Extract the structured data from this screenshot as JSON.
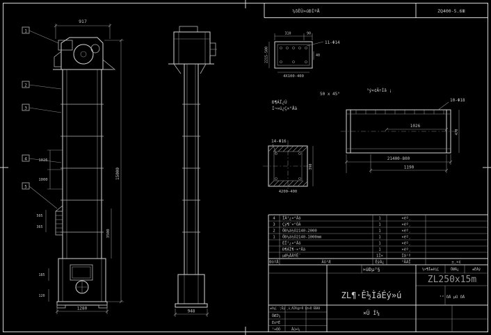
{
  "colors": {
    "background": "#000000",
    "line": "#d6d6d6",
    "dim_text": "#c6c6c6",
    "model_gray": "#96969a"
  },
  "header_strip": {
    "left_cell": "¼õËÙ»úÐÍºÅ",
    "right_cell": "ZQ400-5.6Ⅲ"
  },
  "front_view": {
    "balloons": [
      "1",
      "2",
      "3",
      "4",
      "5"
    ],
    "dim_top_width": "917",
    "dim_total_height": "15000",
    "dim_1026": "1026",
    "dim_1000": "1000",
    "dim_505": "505",
    "dim_365": "365",
    "dim_3500": "3500",
    "dim_185": "185",
    "dim_120": "120",
    "dim_boot_width": "1280"
  },
  "side_view": {
    "dim_boot_width": "948"
  },
  "channel_detail": {
    "dim_width": "310",
    "dim_90": "90",
    "dim_height": "2215-500",
    "holes_note": "11-Φ14",
    "dim_40": "40",
    "dim_pitch": "4X100-400"
  },
  "notes": {
    "discharge": "Ð¶ÁÏ¿Ú",
    "assembly": "Í¬»ú¿Ç×°Åä",
    "chamfer": "50 x 45°",
    "general": "³ý×¢Ã÷Íâ ¡"
  },
  "flange_detail": {
    "holes_note": "14-Φ16",
    "dim_height": "390",
    "dim_pitch": "4200-400"
  },
  "casing_detail": {
    "holes_note": "10-Φ18",
    "dim_inner": "1026",
    "dim_length": "21400-800",
    "dim_1190": "1190",
    "dim_height": "470"
  },
  "parts_table": {
    "headers": {
      "no": "ÐòºÅ",
      "name": "Ãû³Æ",
      "qty": "ÊýÁ¿",
      "material": "²ÄÁÏ",
      "remark": "±¸×¢"
    },
    "rows": [
      {
        "no": "4",
        "name": "ÏÂ²¿×°Åä",
        "qty": "1",
        "material": "×éº¸"
      },
      {
        "no": "3",
        "name": "Çý¶¯×°ÖÃ",
        "qty": "1",
        "material": "×éº¸"
      },
      {
        "no": "2",
        "name": "ÖÐ¼ä½Ú2140-2000",
        "qty": "1",
        "material": "×éº¸"
      },
      {
        "no": "1",
        "name": "ÖÐ¼ä½Ú2140-1000mm",
        "qty": "1",
        "material": "×éº¸"
      },
      {
        "no": "",
        "name": "ÉÏ²¿×°Åä",
        "qty": "1",
        "material": "×éº¸"
      },
      {
        "no": "",
        "name": "Ð¶ÁÏ¶·×°Åä",
        "qty": "1",
        "material": "×éº¸"
      },
      {
        "no": "",
        "name": "µØ½ÅÂÝË¨",
        "qty": "1Ì×",
        "material": "Íâ¹º"
      }
    ]
  },
  "title_block": {
    "company": "»úÐµ³§",
    "stage_label": "½×¶Î±ê¼Ç",
    "weight_label": "ÖØÁ¿",
    "scale_label": "±ÈÀý",
    "model": "ZL250x15m",
    "title": "ZL¶·Ê½ÌáÉý»ú",
    "subtitle": "×Ü Í¼",
    "sheet": "¹² ÕÅ µÚ ÕÅ",
    "sig_row": "±ê¼Ç ´¦Êý ¸ü¸ÄÎÄ¼þºÅ Ç©×Ö ÈÕÆÚ",
    "sig1": "ÖÆÍ¼",
    "sig2": "ÉóºË",
    "sig3": "¹¤ÒÕ",
    "sig4": "Åú×¼"
  }
}
